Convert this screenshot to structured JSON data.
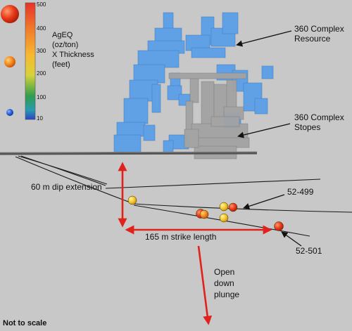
{
  "legend": {
    "title_lines": [
      "AgEQ",
      "(oz/ton)",
      "X Thickness",
      "(feet)"
    ],
    "ticks": [
      "500",
      "400",
      "300",
      "200",
      "100",
      "10"
    ],
    "colors": [
      "#e8312b",
      "#f07a2a",
      "#f7b932",
      "#8cbf3c",
      "#2f9e4d",
      "#2a44c7"
    ]
  },
  "labels": {
    "resource": [
      "360 Complex",
      "Resource"
    ],
    "stopes": [
      "360 Complex",
      "Stopes"
    ],
    "dip": "60 m dip extension",
    "hole_499": "52-499",
    "hole_501": "52-501",
    "strike": "165 m strike length",
    "plunge": [
      "Open",
      "down",
      "plunge"
    ],
    "footnote": "Not to scale"
  },
  "colors": {
    "background": "#c8c8c8",
    "resource_blue": "#5b9ee6",
    "stope_grey": "#9a9a9a",
    "arrow_red": "#e0221b"
  }
}
